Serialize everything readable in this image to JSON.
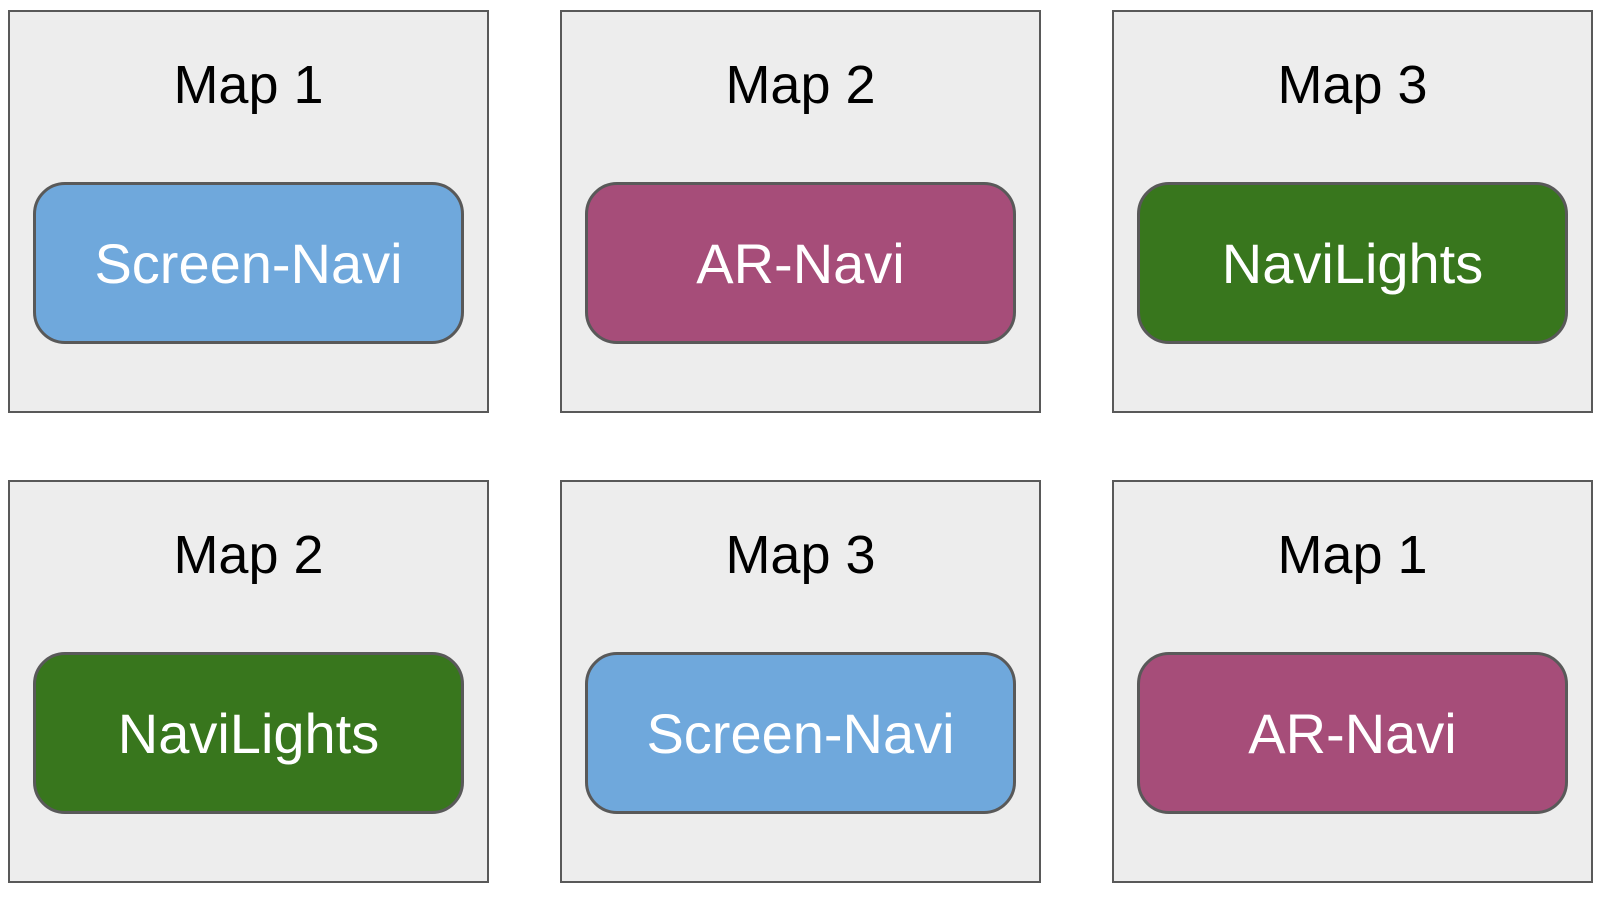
{
  "palette": {
    "page_background": "#ffffff",
    "card_background": "#ededed",
    "card_border": "#595959",
    "button_border": "#595959",
    "button_text": "#ffffff",
    "title_text": "#000000",
    "option_colors": {
      "Screen-Navi": "#6fa8dc",
      "AR-Navi": "#a64d79",
      "NaviLights": "#38761d"
    }
  },
  "cards": [
    {
      "title": "Map 1",
      "button_label": "Screen-Navi",
      "button_color": "#6fa8dc"
    },
    {
      "title": "Map 2",
      "button_label": "AR-Navi",
      "button_color": "#a64d79"
    },
    {
      "title": "Map 3",
      "button_label": "NaviLights",
      "button_color": "#38761d"
    },
    {
      "title": "Map 2",
      "button_label": "NaviLights",
      "button_color": "#38761d"
    },
    {
      "title": "Map 3",
      "button_label": "Screen-Navi",
      "button_color": "#6fa8dc"
    },
    {
      "title": "Map 1",
      "button_label": "AR-Navi",
      "button_color": "#a64d79"
    }
  ]
}
